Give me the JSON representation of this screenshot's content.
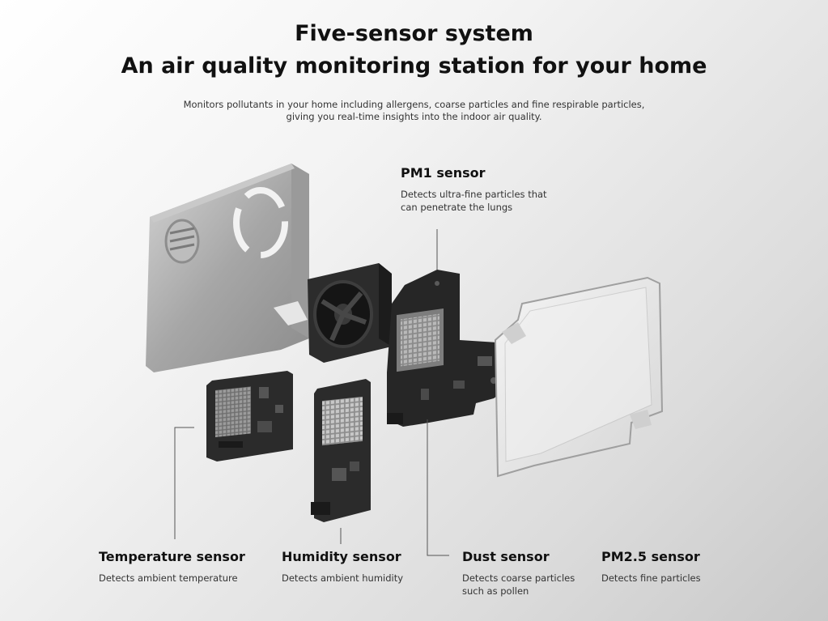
{
  "header": {
    "title_line1": "Five-sensor system",
    "title_line2": "An air quality monitoring station for your home",
    "subtitle_line1": "Monitors pollutants in your home including allergens, coarse particles and fine respirable particles,",
    "subtitle_line2": "giving you real-time insights into the indoor air quality."
  },
  "sensors": {
    "pm1": {
      "title": "PM1 sensor",
      "desc_line1": "Detects ultra-fine particles that",
      "desc_line2": "can penetrate the lungs"
    },
    "temperature": {
      "title": "Temperature sensor",
      "desc": "Detects ambient temperature"
    },
    "humidity": {
      "title": "Humidity sensor",
      "desc": "Detects ambient humidity"
    },
    "dust": {
      "title": "Dust sensor",
      "desc_line1": "Detects coarse particles",
      "desc_line2": "such as pollen"
    },
    "pm25": {
      "title": "PM2.5 sensor",
      "desc": "Detects fine particles"
    }
  },
  "colors": {
    "text": "#111111",
    "metal": "#a9a9a9",
    "pcb": "#2b2b2b",
    "leader_line": "#555555"
  }
}
